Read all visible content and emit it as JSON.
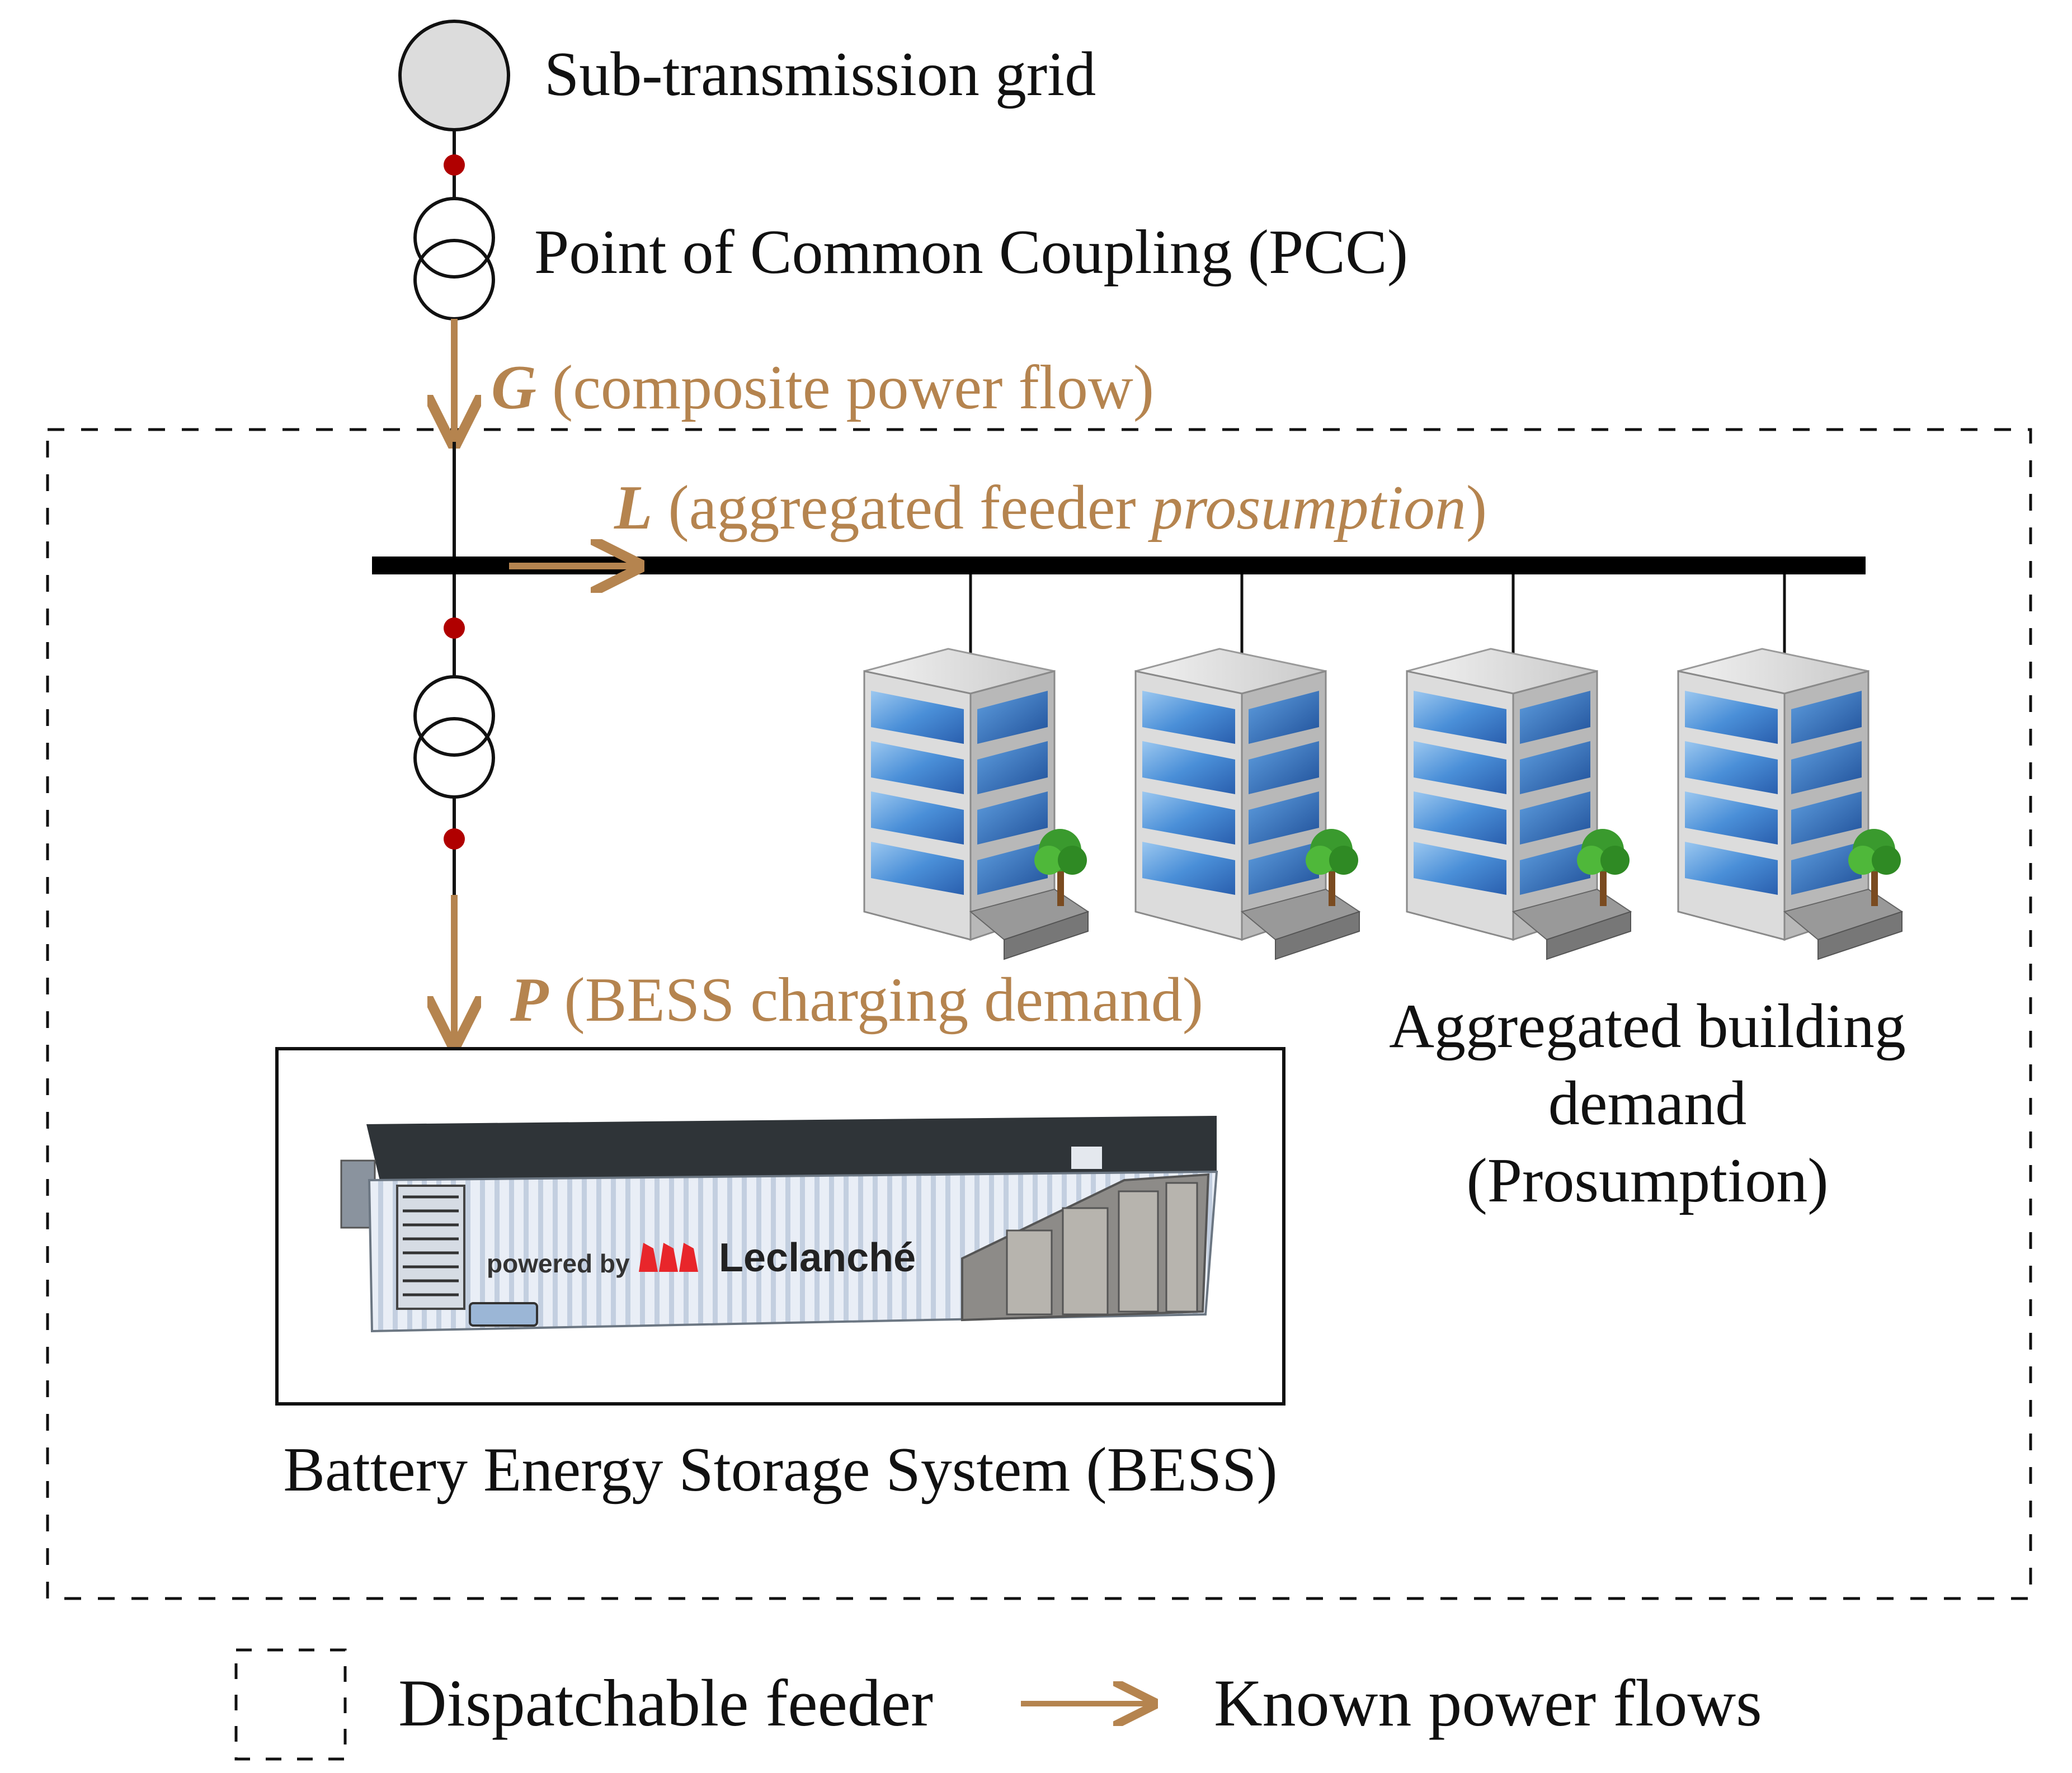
{
  "labels": {
    "grid": "Sub-transmission grid",
    "pcc": "Point of Common Coupling (PCC)",
    "buildings_line1": "Aggregated building",
    "buildings_line2": "demand",
    "buildings_line3": "(Prosumption)",
    "bess": "Battery Energy Storage System (BESS)"
  },
  "flows": {
    "g": {
      "symbol": "G",
      "text": " (composite power flow)"
    },
    "l": {
      "symbol": "L",
      "text_pre": " (aggregated feeder ",
      "text_italic": "prosumption",
      "text_post": ")"
    },
    "p": {
      "symbol": "P",
      "text": " (BESS charging demand)"
    }
  },
  "bess_brand": {
    "prefix": "powered by",
    "name": "Leclanché"
  },
  "legend": {
    "feeder": "Dispatchable feeder",
    "flows": "Known power flows"
  },
  "colors": {
    "flow_arrow": "#B5844F",
    "node_dot": "#B00000",
    "grid_node_fill": "#DCDCDC",
    "busbar": "#000000",
    "brand_red": "#E8262B"
  },
  "icons": {
    "building": "office-building-icon",
    "bess": "battery-container-icon",
    "transformer": "transformer-icon",
    "grid": "grid-node-icon"
  }
}
